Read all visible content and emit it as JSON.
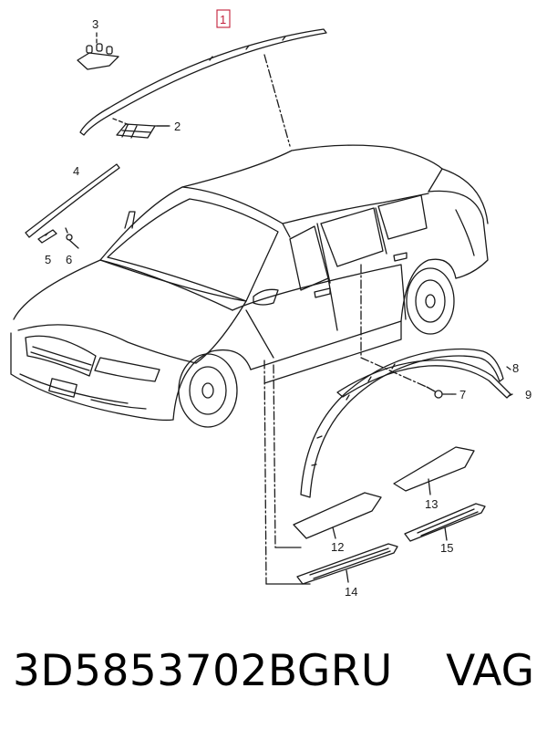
{
  "diagram": {
    "callouts": [
      "1",
      "2",
      "3",
      "4",
      "5",
      "6",
      "7",
      "8",
      "9",
      "12",
      "13",
      "14",
      "15"
    ],
    "highlight_color": "#c21e3a",
    "line_color": "#1a1a1a"
  },
  "footer": {
    "part_number": "3D5853702BGRU",
    "brand": "VAG"
  }
}
